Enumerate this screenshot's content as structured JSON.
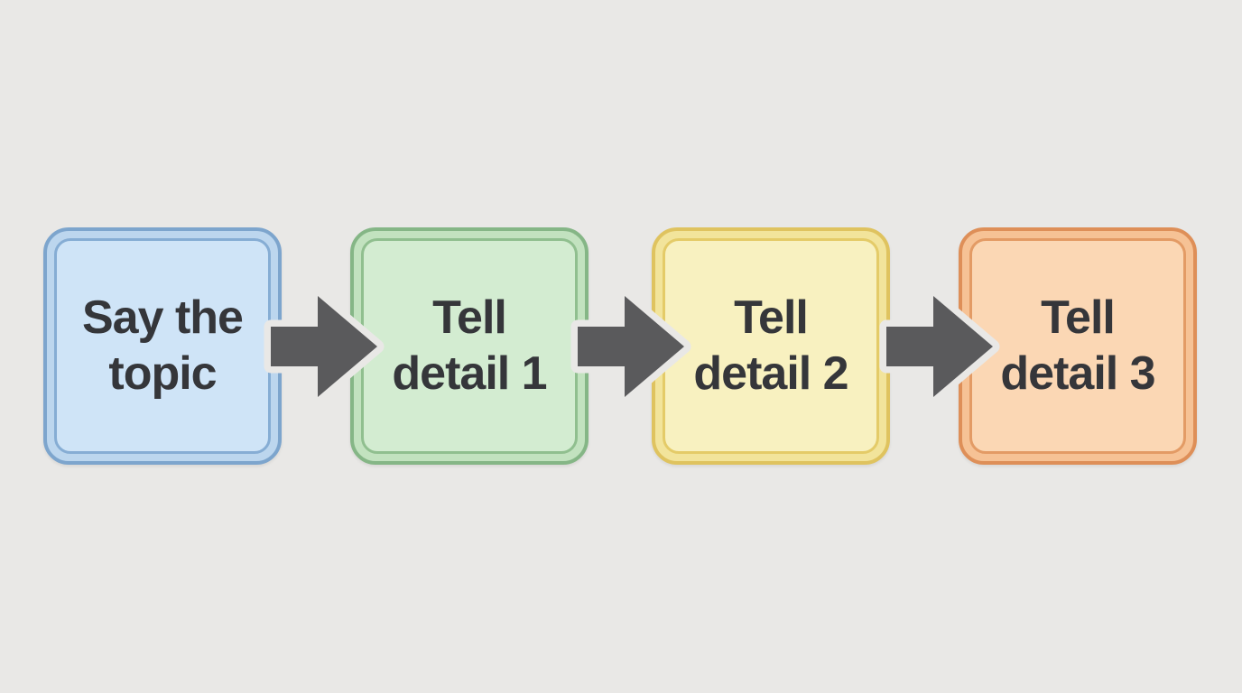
{
  "diagram": {
    "type": "flowchart",
    "description": "Four-step left-to-right sequence flow",
    "background_color": "#e9e8e6",
    "text_color": "#35363a",
    "arrow_color": "#5a5a5c",
    "steps": [
      {
        "id": 1,
        "lines": {
          "0": "Say the",
          "1": "topic"
        },
        "full_label": "Say the topic",
        "fill": "#cfe4f7",
        "band": "#bcd6ee",
        "edge": "#7da5cd",
        "inner_line": "#86add4"
      },
      {
        "id": 2,
        "lines": {
          "0": "Tell",
          "1": "detail 1"
        },
        "full_label": "Tell detail 1",
        "fill": "#d3ecd1",
        "band": "#c2e2bf",
        "edge": "#85b686",
        "inner_line": "#90bf8f"
      },
      {
        "id": 3,
        "lines": {
          "0": "Tell",
          "1": "detail 2"
        },
        "full_label": "Tell detail 2",
        "fill": "#f8f1c0",
        "band": "#f2e49b",
        "edge": "#dfc35f",
        "inner_line": "#e4cb68"
      },
      {
        "id": 4,
        "lines": {
          "0": "Tell",
          "1": "detail 3"
        },
        "full_label": "Tell detail 3",
        "fill": "#fbd7b4",
        "band": "#f6c295",
        "edge": "#de8f58",
        "inner_line": "#e39b65"
      }
    ],
    "connectors": [
      {
        "from": 1,
        "to": 2,
        "direction": "right"
      },
      {
        "from": 2,
        "to": 3,
        "direction": "right"
      },
      {
        "from": 3,
        "to": 4,
        "direction": "right"
      }
    ]
  }
}
